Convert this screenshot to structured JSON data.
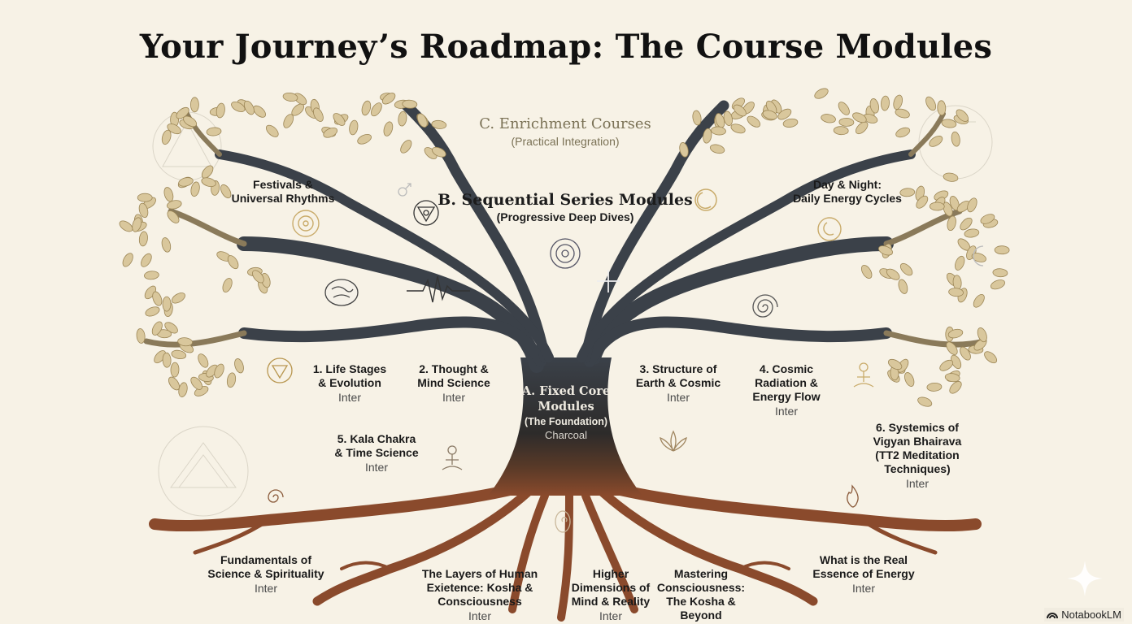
{
  "title": "Your Journey’s Roadmap: The Course Modules",
  "tiers": {
    "enrichment": {
      "heading": "C. Enrichment Courses",
      "subtitle": "(Practical Integration)"
    },
    "sequential": {
      "heading": "B. Sequential Series Modules",
      "subtitle": "(Progressive Deep Dives)"
    },
    "core": {
      "heading_line1": "A. Fixed Core",
      "heading_line2": "Modules",
      "subtitle": "(The Foundation)",
      "tag": "Charcoal"
    }
  },
  "enrichment_courses": [
    {
      "line1": "Festivals &",
      "line2": "Universal Rhythms"
    },
    {
      "line1": "Day & Night:",
      "line2": "Daily Energy Cycles"
    }
  ],
  "sequential_modules": [
    {
      "lines": [
        "1. Life Stages",
        "& Evolution"
      ],
      "tag": "Inter"
    },
    {
      "lines": [
        "2. Thought &",
        "Mind Science"
      ],
      "tag": "Inter"
    },
    {
      "lines": [
        "3. Structure of",
        "Earth & Cosmic"
      ],
      "tag": "Inter"
    },
    {
      "lines": [
        "4. Cosmic",
        "Radiation &",
        "Energy Flow"
      ],
      "tag": "Inter"
    },
    {
      "lines": [
        "5. Kala Chakra",
        "& Time Science"
      ],
      "tag": "Inter"
    },
    {
      "lines": [
        "6. Systemics of",
        "Vigyan Bhairava",
        "(TT2 Meditation",
        "Techniques)"
      ],
      "tag": "Inter"
    }
  ],
  "core_modules": [
    {
      "lines": [
        "Fundamentals of",
        "Science & Spirituality"
      ],
      "tag": "Inter"
    },
    {
      "lines": [
        "The Layers of Human",
        "Exietence: Kosha &",
        "Consciousness"
      ],
      "tag": "Inter"
    },
    {
      "lines": [
        "Higher",
        "Dimensions of",
        "Mind & Reality"
      ],
      "tag": "Inter"
    },
    {
      "lines": [
        "Mastering",
        "Consciousness:",
        "The Kosha &",
        "Beyond"
      ],
      "tag": ""
    },
    {
      "lines": [
        "What is the Real",
        "Essence of Energy"
      ],
      "tag": "Inter"
    }
  ],
  "decorative_icons": [
    "chakra-icon",
    "sun-moon-icon",
    "lotus-flower-icon",
    "brain-icon",
    "heartbeat-wave-icon",
    "sparkle-star-icon",
    "spiral-galaxy-icon",
    "meditating-person-icon",
    "flame-icon",
    "crescent-moon-icon",
    "mars-symbol-icon",
    "sacred-geometry-icon"
  ],
  "colors": {
    "background": "#f7f2e6",
    "trunk": "#3b4149",
    "roots": "#8a4a2c",
    "leaves": "#d9c79c",
    "leaf_outline": "#9c8656"
  },
  "watermark": {
    "brand": "NotabookLM"
  }
}
